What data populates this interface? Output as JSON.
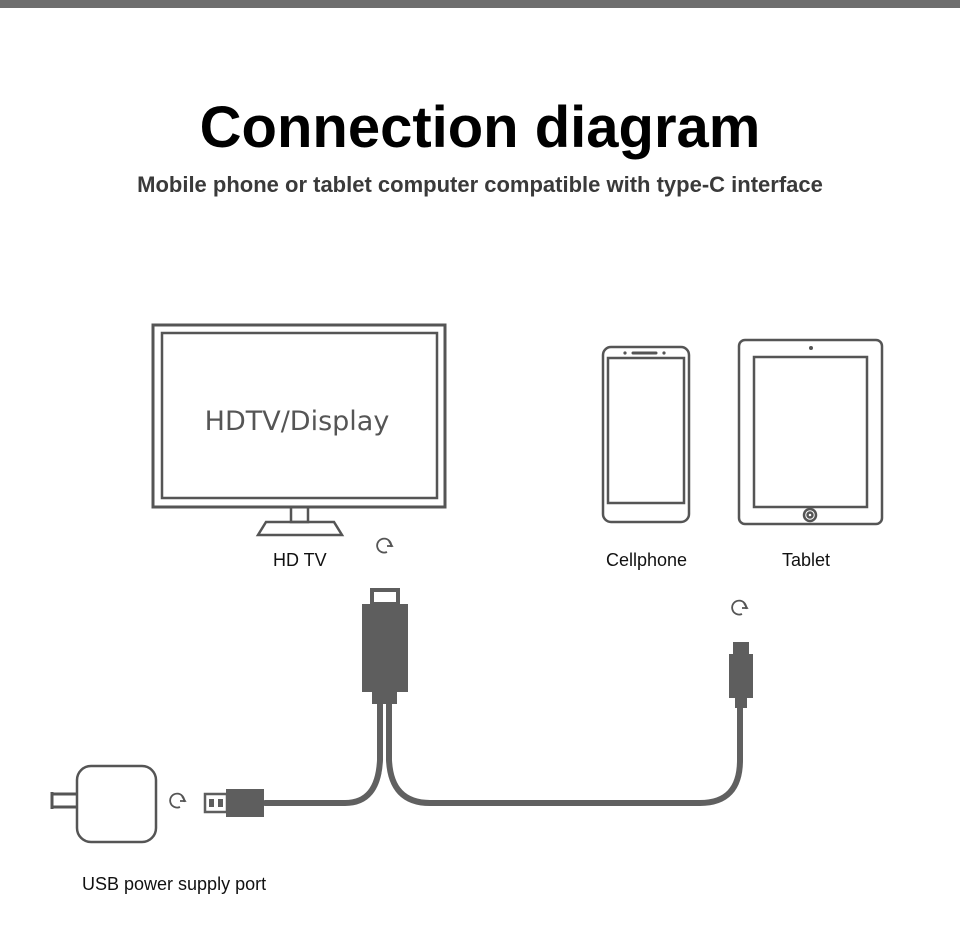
{
  "colors": {
    "top_bar": "#6e6e6e",
    "outline": "#555555",
    "cable": "#606060",
    "connector": "#5e5e5e",
    "title": "#000000",
    "subtitle": "#3a3a3a"
  },
  "header": {
    "title": "Connection diagram",
    "subtitle": "Mobile phone or tablet computer compatible with type-C interface"
  },
  "devices": {
    "tv": {
      "screen_text": "HDTV/Display",
      "label": "HD TV",
      "icon": "tv-icon"
    },
    "cellphone": {
      "label": "Cellphone",
      "icon": "smartphone-icon"
    },
    "tablet": {
      "label": "Tablet",
      "icon": "tablet-icon"
    },
    "power_adapter": {
      "label": "USB power supply port",
      "icon": "power-adapter-icon"
    }
  },
  "cable": {
    "connectors": [
      "hdmi-connector-icon",
      "usb-a-connector-icon",
      "usb-c-connector-icon"
    ],
    "indicators": "rotate-arrow-icon"
  }
}
